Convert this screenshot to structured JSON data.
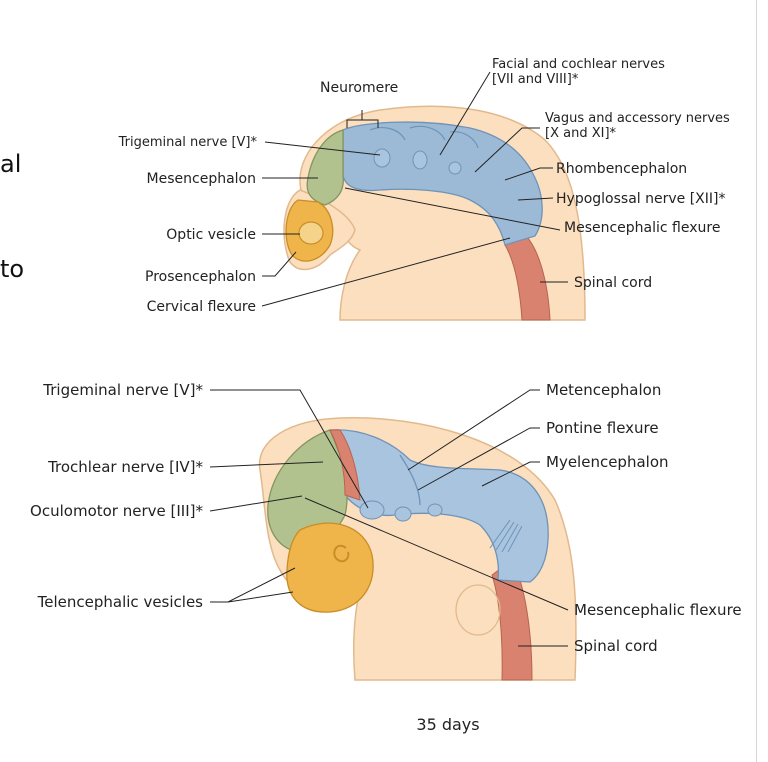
{
  "side_text": {
    "top": "al",
    "bottom": "to"
  },
  "figure_top": {
    "labels": {
      "neuromere": "Neuromere",
      "facial_cochlear_1": "Facial and cochlear nerves",
      "facial_cochlear_2": "[VII and VIII]*",
      "vagus_1": "Vagus and accessory nerves",
      "vagus_2": "[X and XI]*",
      "trigeminal": "Trigeminal nerve [V]*",
      "rhombencephalon": "Rhombencephalon",
      "mesencephalon": "Mesencephalon",
      "hypoglossal": "Hypoglossal nerve [XII]*",
      "optic_vesicle": "Optic vesicle",
      "mesencephalic_flexure": "Mesencephalic flexure",
      "prosencephalon": "Prosencephalon",
      "spinal_cord": "Spinal cord",
      "cervical_flexure": "Cervical flexure"
    }
  },
  "figure_bottom": {
    "labels": {
      "trigeminal": "Trigeminal nerve [V]*",
      "metencephalon": "Metencephalon",
      "pontine_flexure": "Pontine flexure",
      "trochlear": "Trochlear nerve [IV]*",
      "myelencephalon": "Myelencephalon",
      "oculomotor": "Oculomotor nerve [III]*",
      "telencephalic": "Telencephalic vesicles",
      "mesencephalic_flexure": "Mesencephalic flexure",
      "spinal_cord": "Spinal cord"
    },
    "caption": "35 days"
  },
  "colors": {
    "skin": "#fbdfbf",
    "skin_edge": "#e2b98d",
    "rhomb": "#9cbad6",
    "rhomb_dark": "#6f93b8",
    "mesen": "#b2c28f",
    "prosen": "#efb54a",
    "spinal": "#d9826f"
  }
}
